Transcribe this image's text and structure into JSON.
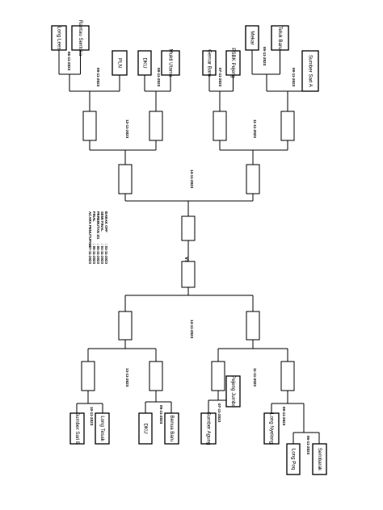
{
  "top_half": {
    "left_group": {
      "teams": [
        "Long Lees",
        "Rantau Sentosa",
        "PLN"
      ],
      "dates": {
        "first": "06-11-2023",
        "second": "09-11-2023"
      },
      "quarter_date": "12-11-2023"
    },
    "mid_group": {
      "teams": [
        "DKU",
        "Mukti Utama"
      ],
      "dates": {
        "first": "08-11-2023"
      }
    },
    "right_group": {
      "teams": [
        "Gemar Baru",
        "PSBK Pejeng"
      ],
      "dates": {
        "first": "07-11-2023"
      },
      "quarter_date": "11-11-2023"
    },
    "far_group": {
      "teams": [
        "Mekar",
        "Teluk Baru",
        "Sumber Sari A"
      ],
      "dates": {
        "first": "05-11-2023",
        "second": "08-11-2023"
      }
    },
    "semi_date": "14-11-2023"
  },
  "center": {
    "vs": "VS"
  },
  "schedule": {
    "rows": [
      {
        "stage": "BABAK OFF",
        "date": ": 03-11-2023"
      },
      {
        "stage": "SEMI FINAL",
        "date": ": 04-11-2023"
      },
      {
        "stage": "PEREBUTAN 3/4",
        "date": ": 05-11-2023"
      },
      {
        "stage": "FINAL",
        "date": ": 06-11-2023"
      },
      {
        "stage": "ACARA PENUTUPAN",
        "date": ": 07-11-2023"
      }
    ]
  },
  "bottom_half": {
    "semi_date": "14-11-2023",
    "left_quarter_date": "13-11-2023",
    "right_quarter_date": "11-11-2023",
    "teams": {
      "long_tesak": "Long Tesak",
      "sumber_sari_b": "Sumber Sari B",
      "benua_baru": "Benua Baru",
      "dku": "DKU",
      "pejeng_jumbo": "Pejeng Jumbo",
      "sumber_agung": "Sumber Agung",
      "long_nyelong": "Long Nyelong",
      "long_poq": "Long Poq",
      "sembarak": "Sembarak"
    },
    "dates": {
      "sumber_match": "10-11-2023",
      "benua_match": "09-11-2023",
      "pejeng_match": "07-11-2023",
      "nyelong_match": "08-11-2023",
      "poq_match": "06-11-2023"
    }
  }
}
